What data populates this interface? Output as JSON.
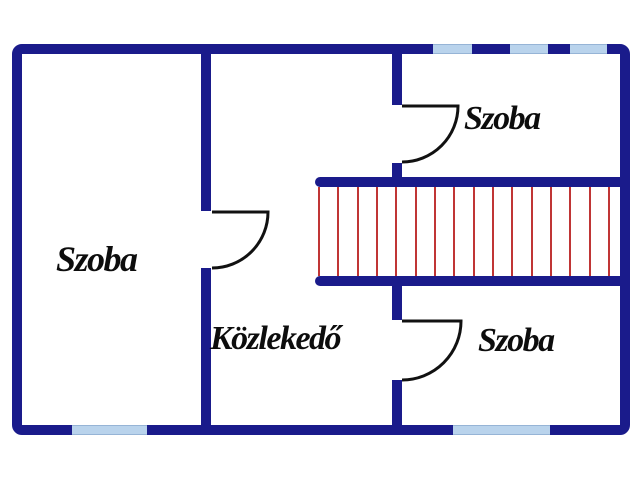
{
  "plan": {
    "rooms": [
      {
        "id": "room-left",
        "label": "Szoba"
      },
      {
        "id": "room-top-right",
        "label": "Szoba"
      },
      {
        "id": "hall",
        "label": "Közlekedő"
      },
      {
        "id": "room-bottom-right",
        "label": "Szoba"
      }
    ],
    "stairs": {
      "tread_count": 16
    },
    "windows": {
      "top_count": 3,
      "bottom_count": 2
    },
    "colors": {
      "wall": "#1a1b8b",
      "window": "#b9d3ec",
      "window_edge": "#96b4d6",
      "stair_line": "#c03535",
      "door_line": "#111111"
    }
  }
}
